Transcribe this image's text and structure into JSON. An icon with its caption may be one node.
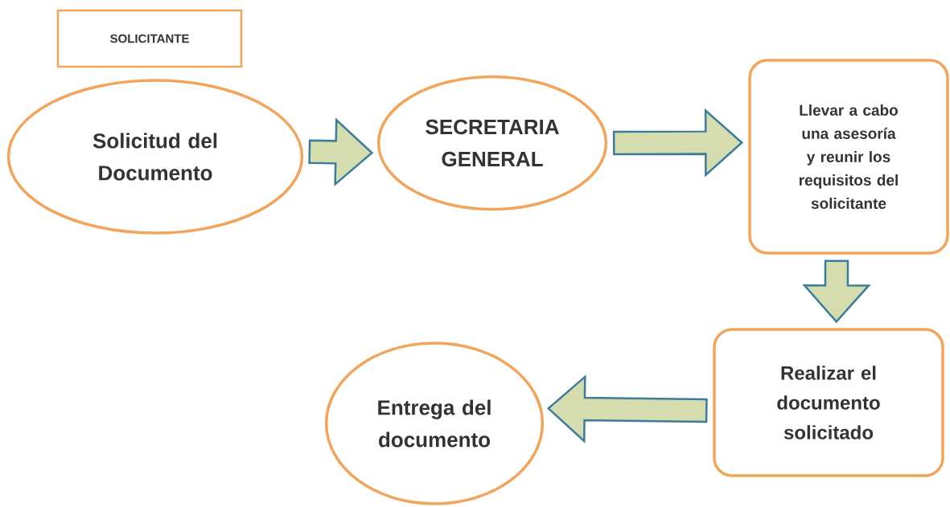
{
  "diagram": {
    "nodes": [
      {
        "text": [
          "SOLICITANTE"
        ]
      },
      {
        "text": [
          "Solicitud del Documento"
        ]
      },
      {
        "text": [
          "SECRETARIA GENERAL"
        ]
      },
      {
        "text": [
          "Llevar a cabo una asesoría y reunir los requisitos del solicitante"
        ]
      },
      {
        "text": [
          "Realizar el documento solicitado"
        ]
      },
      {
        "text": [
          "Entrega del documento"
        ]
      }
    ],
    "edges": [
      {
        "from": 1,
        "to": 2,
        "arrow": "to"
      },
      {
        "from": 2,
        "to": 3,
        "arrow": "to"
      },
      {
        "from": 3,
        "to": 4,
        "arrow": "to"
      },
      {
        "from": 4,
        "to": 5,
        "arrow": "to"
      }
    ]
  }
}
